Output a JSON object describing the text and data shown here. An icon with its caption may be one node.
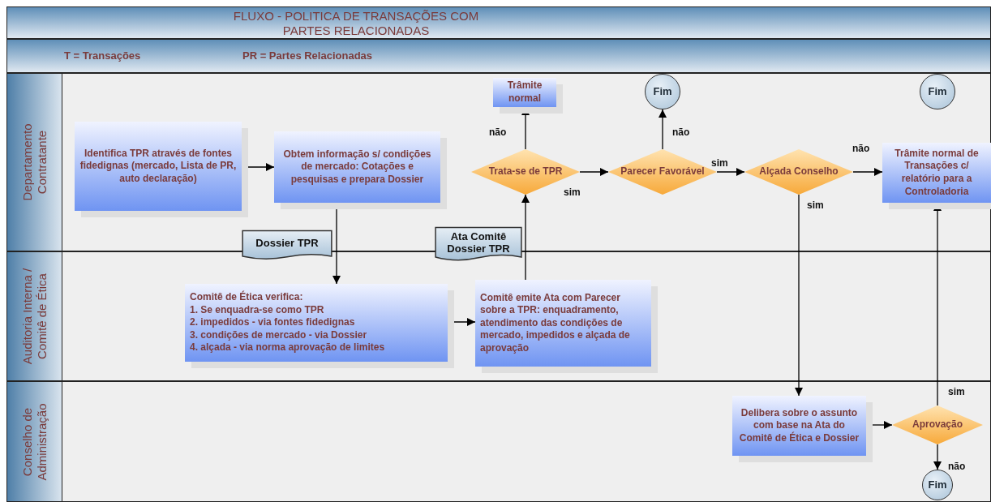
{
  "diagram": {
    "title": "FLUXO - POLITICA DE TRANSAÇÕES COM PARTES RELACIONADAS",
    "nodes": [
      {
        "text": [
          "Departamento Contratante"
        ]
      },
      {
        "text": [
          "Auditoria Interna / Comitê de Ética"
        ]
      },
      {
        "text": [
          "Conselho de Administração"
        ]
      },
      {
        "text": [
          "Identifica TPR através de fontes fidedignas (mercado, Lista de PR, auto declaração)"
        ],
        "in": 0
      },
      {
        "text": [
          "Obtem informação s/ condições de mercado: Cotações e pesquisas e prepara Dossier"
        ],
        "in": 0
      },
      {
        "text": [
          "Trâmite normal"
        ],
        "in": 0
      },
      {
        "text": [
          "Fim"
        ],
        "in": 0
      },
      {
        "text": [
          "Fim"
        ],
        "in": 0
      },
      {
        "text": [
          "Trata-se de TPR"
        ],
        "in": 0
      },
      {
        "text": [
          "Parecer Favorável"
        ],
        "in": 0
      },
      {
        "text": [
          "Alçada Conselho"
        ],
        "in": 0
      },
      {
        "text": [
          "Trâmite normal de Transações c/ relatório para a Controladoria"
        ],
        "in": 0
      },
      {
        "text": [
          "Dossier TPR"
        ]
      },
      {
        "text": [
          "Ata Comitê Dossier TPR"
        ]
      },
      {
        "text": [
          "Comitê de Ética verifica:",
          "1. Se enquadra-se como TPR",
          "2. impedidos - via fontes fidedignas",
          "3. condições de mercado - via Dossier",
          "4. alçada - via norma aprovação de limites"
        ],
        "in": 1
      },
      {
        "text": [
          "Comitê emite Ata com Parecer sobre a TPR: enquadramento, atendimento das condições de mercado, impedidos e alçada de aprovação"
        ],
        "in": 1
      },
      {
        "text": [
          "Delibera sobre o assunto com base na Ata do Comitê de Ética e Dossier"
        ],
        "in": 2
      },
      {
        "text": [
          "Aprovação"
        ],
        "in": 2
      },
      {
        "text": [
          "Fim"
        ],
        "in": 2
      }
    ],
    "edges": [
      {
        "from": 3,
        "to": 4,
        "arrow": "to"
      },
      {
        "from": 4,
        "to": 14,
        "arrow": "to"
      },
      {
        "from": 14,
        "to": 15,
        "arrow": "to"
      },
      {
        "from": 15,
        "to": 8,
        "arrow": "to"
      },
      {
        "from": 8,
        "to": 5,
        "arrow": "to",
        "label": "não"
      },
      {
        "from": 8,
        "to": 9,
        "arrow": "to",
        "label": "sim"
      },
      {
        "from": 9,
        "to": 6,
        "arrow": "to",
        "label": "não"
      },
      {
        "from": 9,
        "to": 10,
        "arrow": "to",
        "label": "sim"
      },
      {
        "from": 10,
        "to": 11,
        "arrow": "to",
        "label": "não"
      },
      {
        "from": 10,
        "to": 16,
        "arrow": "to",
        "label": "sim"
      },
      {
        "from": 16,
        "to": 17,
        "arrow": "to"
      },
      {
        "from": 17,
        "to": 11,
        "arrow": "to",
        "label": "sim"
      },
      {
        "from": 17,
        "to": 18,
        "arrow": "to",
        "label": "não"
      }
    ],
    "labels": [
      "T = Transações",
      "PR = Partes Relacionadas"
    ]
  }
}
